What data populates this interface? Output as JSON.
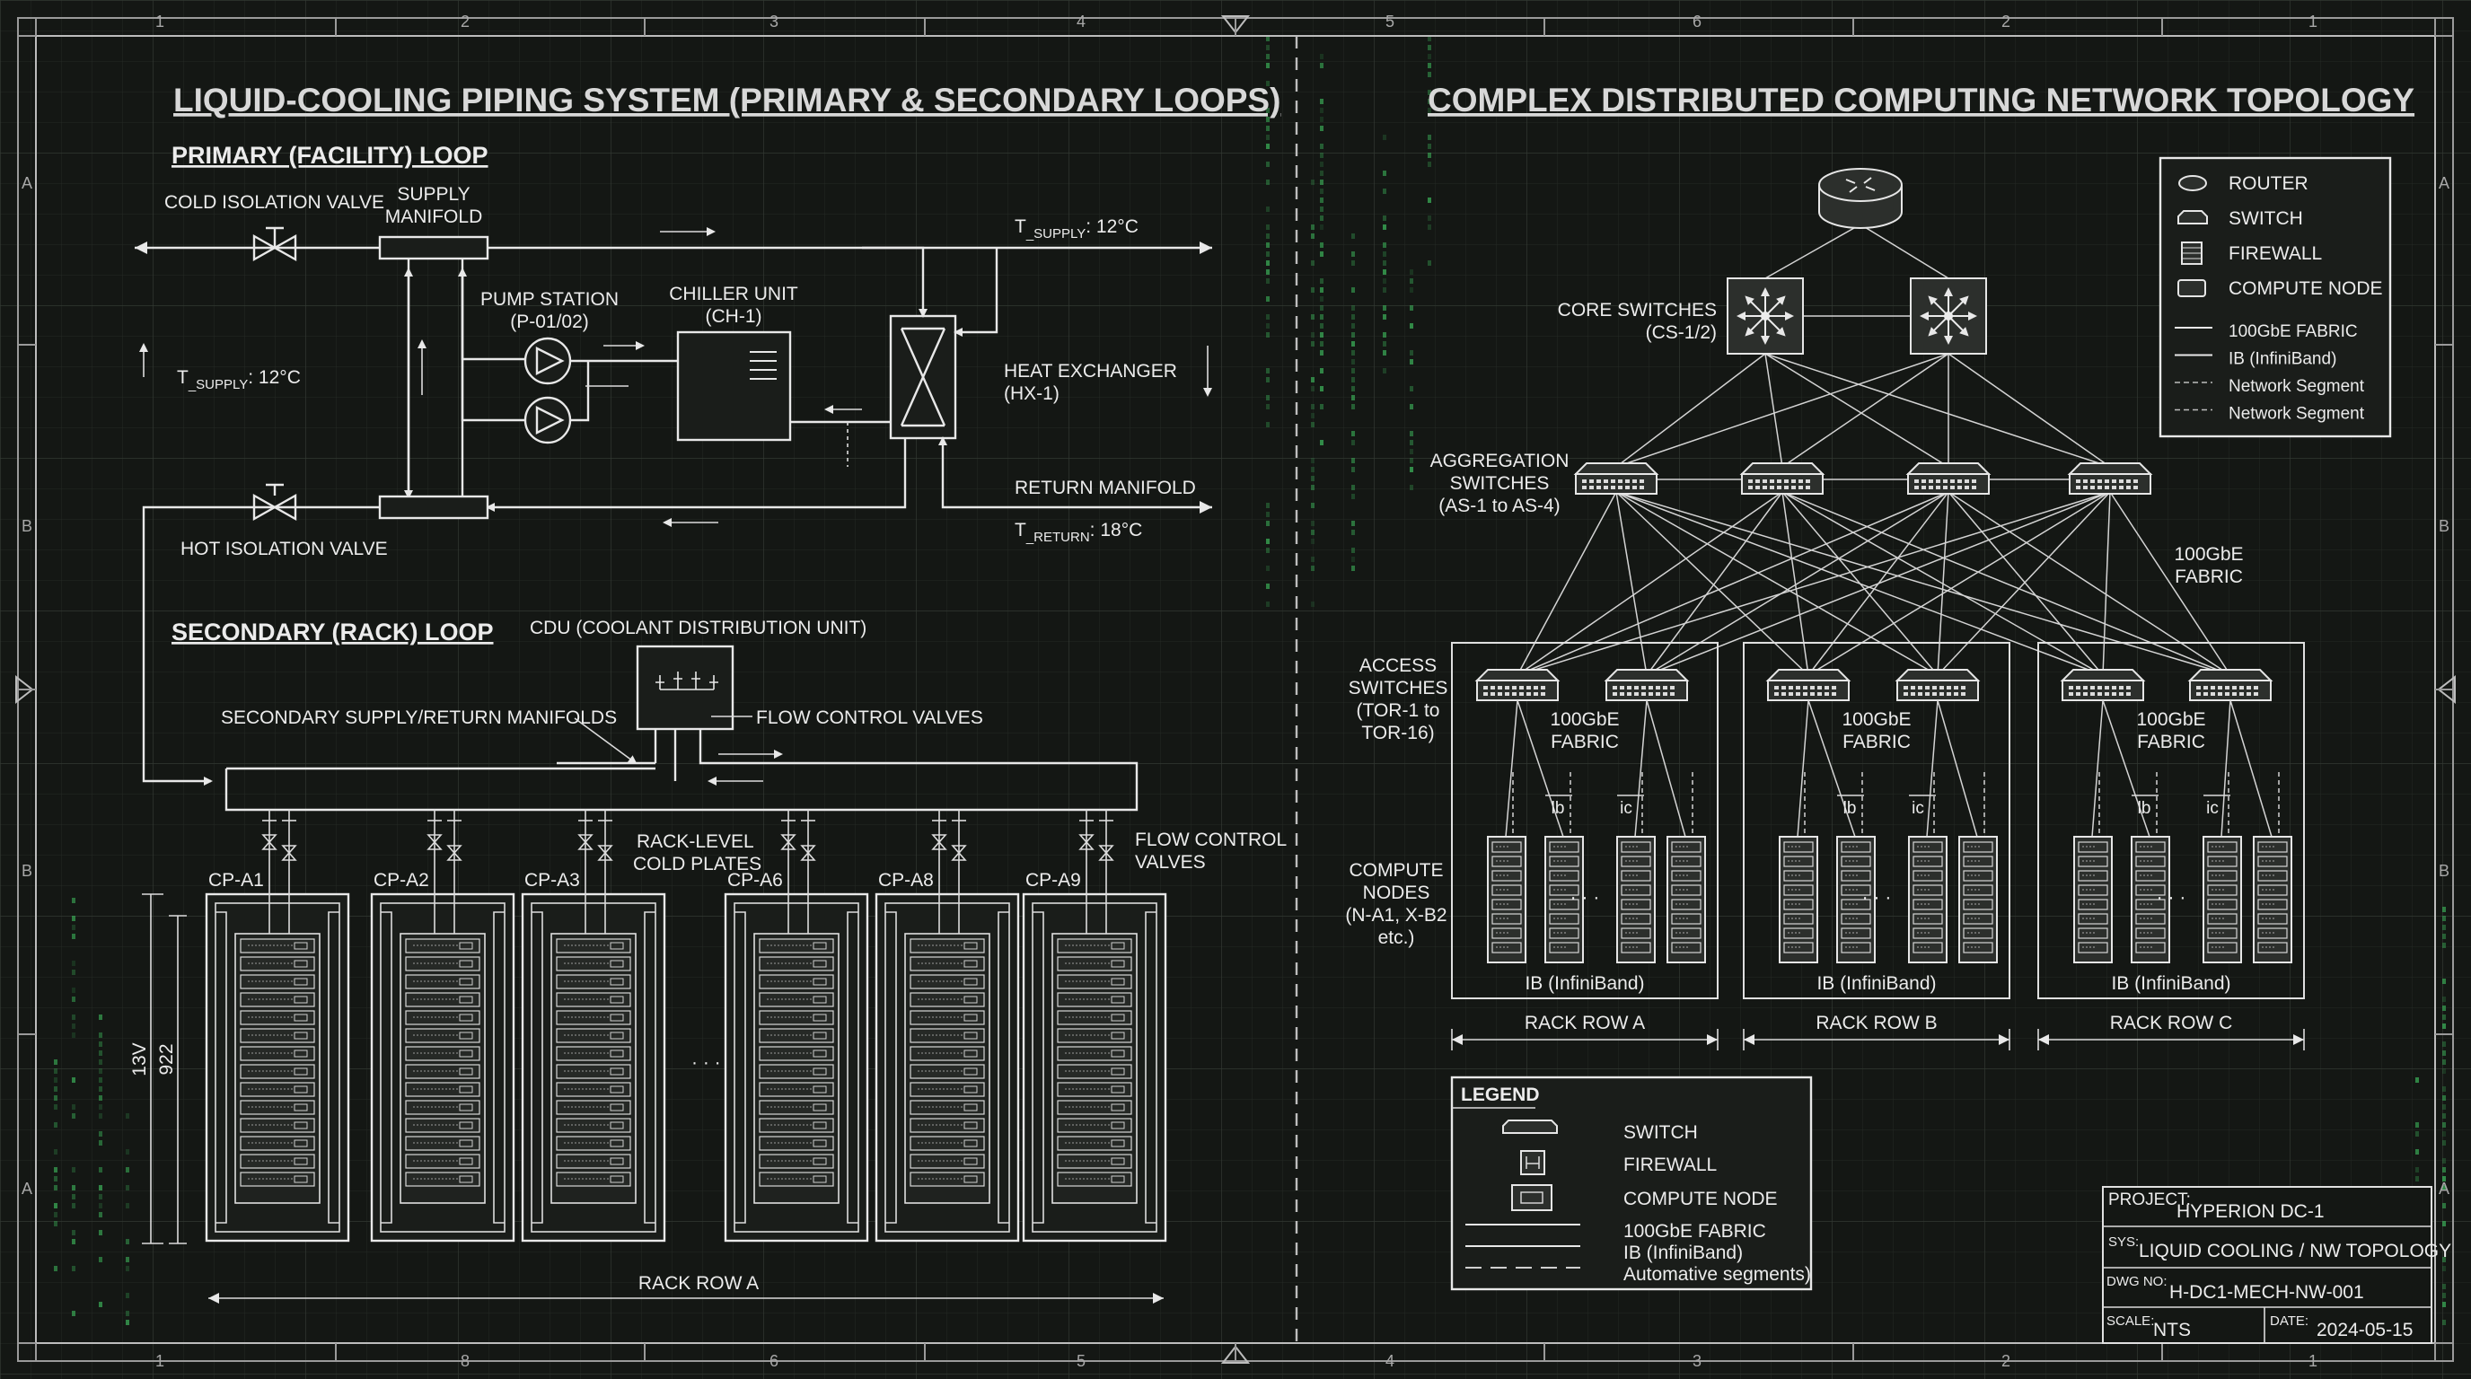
{
  "border": {
    "top_zones": [
      "1",
      "2",
      "3",
      "4",
      "5",
      "6",
      "2",
      "1"
    ],
    "bottom_zones": [
      "1",
      "8",
      "6",
      "5",
      "4",
      "3",
      "2",
      "1"
    ],
    "left_zones": [
      "A",
      "B",
      "B",
      "A"
    ],
    "right_zones": [
      "A",
      "B",
      "B",
      "A"
    ]
  },
  "cooling": {
    "title": "LIQUID-COOLING PIPING SYSTEM (PRIMARY & SECONDARY LOOPS)",
    "primary_heading": "PRIMARY (FACILITY) LOOP",
    "cold_valve": "COLD ISOLATION VALVE",
    "supply_manifold": [
      "SUPPLY",
      "MANIFOLD"
    ],
    "t_supply_left": {
      "t": "T",
      "sub": "_SUPPLY",
      "val": ": 12°C"
    },
    "t_supply_right": {
      "t": "T",
      "sub": "_SUPPLY",
      "val": ": 12°C"
    },
    "pump_station": [
      "PUMP STATION",
      "(P-01/02)"
    ],
    "chiller": [
      "CHILLER UNIT",
      "(CH-1)"
    ],
    "heat_exchanger": [
      "HEAT EXCHANGER",
      "(HX-1)"
    ],
    "return_manifold": "RETURN MANIFOLD",
    "t_return": {
      "t": "T",
      "sub": "_RETURN",
      "val": ": 18°C"
    },
    "hot_valve": "HOT ISOLATION VALVE",
    "secondary_heading": "SECONDARY (RACK) LOOP",
    "cdu": "CDU (COOLANT DISTRIBUTION UNIT)",
    "sec_manifolds": "SECONDARY SUPPLY/RETURN MANIFOLDS",
    "flow_valves_top": "FLOW CONTROL VALVES",
    "rack_plates": [
      "RACK-LEVEL",
      "COLD PLATES"
    ],
    "flow_valves_side": [
      "FLOW CONTROL",
      "VALVES"
    ],
    "racks": [
      "CP-A1",
      "CP-A2",
      "CP-A3",
      "CP-A6",
      "CP-A8",
      "CP-A9"
    ],
    "dim_outer": "13V",
    "dim_inner": "922",
    "ellipsis": "· · ·",
    "rack_row": "RACK ROW A"
  },
  "network": {
    "title": "COMPLEX DISTRIBUTED COMPUTING NETWORK TOPOLOGY",
    "core_label": [
      "CORE SWITCHES",
      "(CS-1/2)"
    ],
    "agg_label": [
      "AGGREGATION",
      "SWITCHES",
      "(AS-1 to AS-4)"
    ],
    "fabric_side": [
      "100GbE",
      "FABRIC"
    ],
    "access_label": [
      "ACCESS",
      "SWITCHES",
      "(TOR-1 to",
      "TOR-16)"
    ],
    "compute_label": [
      "COMPUTE",
      "NODES",
      "(N-A1, X-B2",
      "etc.)"
    ],
    "pod_fabric": [
      "100GbE",
      "FABRIC"
    ],
    "pod_ib_small": [
      "lb",
      "ic"
    ],
    "pod_ib": "IB (InfiniBand)",
    "rack_rows": [
      "RACK ROW A",
      "RACK ROW B",
      "RACK ROW C"
    ],
    "ellipsis": "· · ·",
    "top_legend": [
      {
        "icon": "router-icon",
        "label": "ROUTER"
      },
      {
        "icon": "switch-icon",
        "label": "SWITCH"
      },
      {
        "icon": "firewall-icon",
        "label": "FIREWALL"
      },
      {
        "icon": "compute-node-icon",
        "label": "COMPUTE NODE"
      },
      {
        "icon": "solid-line",
        "label": "100GbE FABRIC"
      },
      {
        "icon": "solid-line",
        "label": "IB (InfiniBand)"
      },
      {
        "icon": "dashed-line",
        "label": "Network Segment"
      },
      {
        "icon": "dashed-line",
        "label": "Network Segment"
      }
    ],
    "legend": {
      "title": "LEGEND",
      "items": [
        {
          "icon": "switch-icon",
          "label": "SWITCH"
        },
        {
          "icon": "firewall-icon",
          "label": "FIREWALL"
        },
        {
          "icon": "compute-node-icon",
          "label": "COMPUTE NODE"
        },
        {
          "icon": "solid-line",
          "label": "100GbE FABRIC"
        },
        {
          "icon": "solid-line",
          "label": "IB (InfiniBand)"
        },
        {
          "icon": "dashed-line",
          "label": "Automative segments)"
        }
      ]
    }
  },
  "title_block": {
    "project_label": "PROJECT:",
    "project": "HYPERION DC-1",
    "sys_label": "SYS:",
    "sys": "LIQUID COOLING / NW TOPOLOGY",
    "dwg_label": "DWG NO:",
    "dwg": "H-DC1-MECH-NW-001",
    "scale_label": "SCALE:",
    "scale": "NTS",
    "date_label": "DATE:",
    "date": "2024-05-15"
  },
  "colors": {
    "background": "#141714",
    "line": "#e8e8e8",
    "grid": "#2b302b",
    "matrix": "#3fbf5f"
  }
}
